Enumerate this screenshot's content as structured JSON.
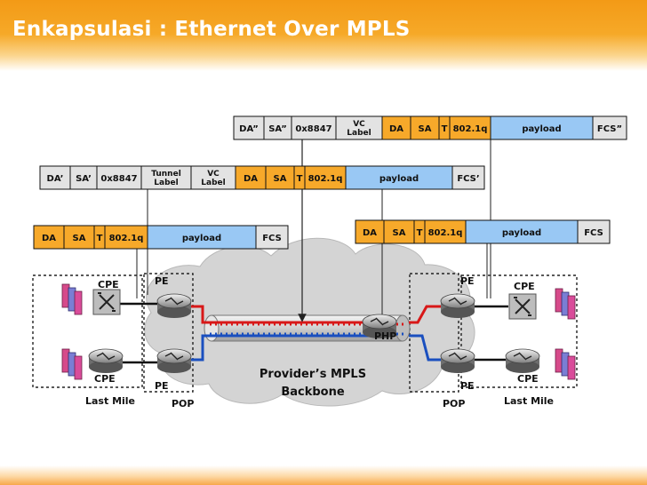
{
  "title": "Enkapsulasi : Ethernet Over MPLS",
  "colors": {
    "orange": "#f7a92a",
    "blue": "#99c8f4",
    "grey": "#e3e3e3",
    "cloud": "#d6d6d6",
    "header": "#f39a16"
  },
  "frames": {
    "frame1": [
      "DA”",
      "SA”",
      "0x8847",
      "VC\nLabel",
      "DA",
      "SA",
      "T",
      "802.1q",
      "payload",
      "FCS”"
    ],
    "frame2": [
      "DA’",
      "SA’",
      "0x8847",
      "Tunnel\nLabel",
      "VC\nLabel",
      "DA",
      "SA",
      "T",
      "802.1q",
      "payload",
      "FCS’"
    ],
    "frame3": [
      "DA",
      "SA",
      "T",
      "802.1q",
      "payload",
      "FCS"
    ],
    "frame4": [
      "DA",
      "SA",
      "T",
      "802.1q",
      "payload",
      "FCS"
    ]
  },
  "network": {
    "cloud_label_1": "Provider’s MPLS",
    "cloud_label_2": "Backbone",
    "php": "PHP",
    "pe": "PE",
    "cpe": "CPE",
    "pop": "POP",
    "last_mile": "Last Mile"
  },
  "icons": {
    "router": "router-icon",
    "switch": "switch-icon",
    "host": "host-stack-icon",
    "cloud": "cloud-icon"
  }
}
